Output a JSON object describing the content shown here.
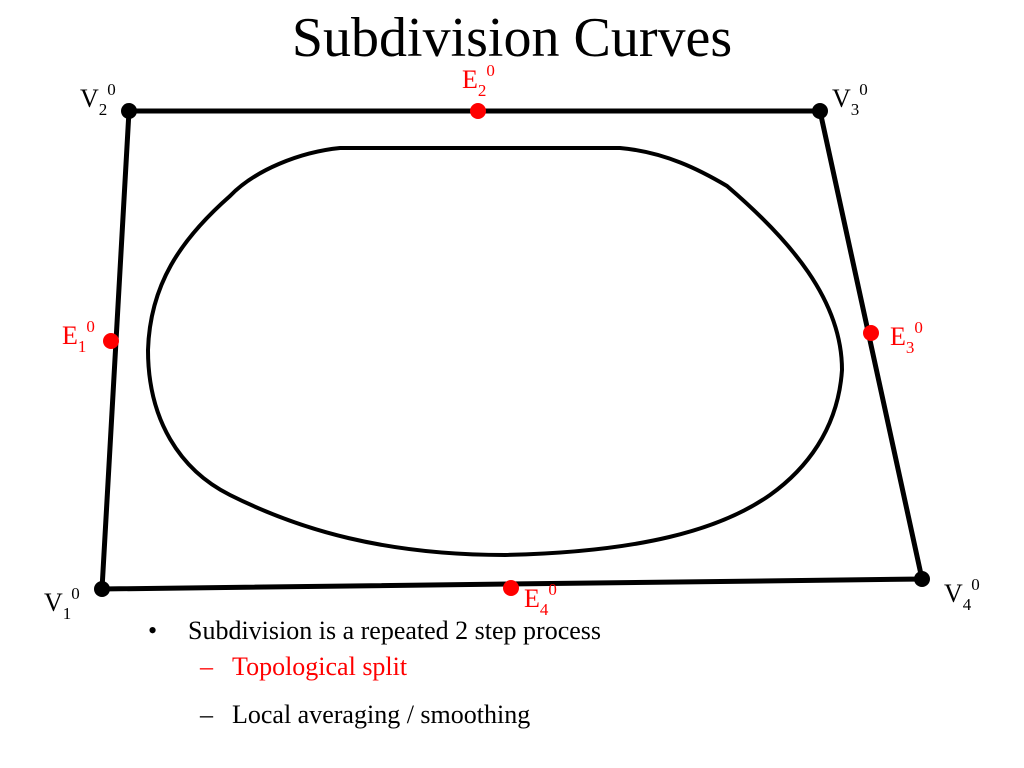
{
  "slide": {
    "title": "Subdivision Curves"
  },
  "diagram": {
    "vertices": [
      {
        "id": "V1",
        "base": "V",
        "sub": "1",
        "sup": "0"
      },
      {
        "id": "V2",
        "base": "V",
        "sub": "2",
        "sup": "0"
      },
      {
        "id": "V3",
        "base": "V",
        "sub": "3",
        "sup": "0"
      },
      {
        "id": "V4",
        "base": "V",
        "sub": "4",
        "sup": "0"
      }
    ],
    "edge_points": [
      {
        "id": "E1",
        "base": "E",
        "sub": "1",
        "sup": "0"
      },
      {
        "id": "E2",
        "base": "E",
        "sub": "2",
        "sup": "0"
      },
      {
        "id": "E3",
        "base": "E",
        "sub": "3",
        "sup": "0"
      },
      {
        "id": "E4",
        "base": "E",
        "sub": "4",
        "sup": "0"
      }
    ],
    "colors": {
      "polygon": "#000000",
      "vertex": "#000000",
      "edge_point": "#ff0000",
      "curve": "#000000"
    }
  },
  "bullets": {
    "main": "Subdivision is a repeated 2 step process",
    "bullet_symbol": "•",
    "dash_symbol": "–",
    "sub": [
      {
        "text": "Topological split",
        "color": "#ff0000"
      },
      {
        "text": "Local averaging / smoothing",
        "color": "#000000"
      }
    ]
  }
}
